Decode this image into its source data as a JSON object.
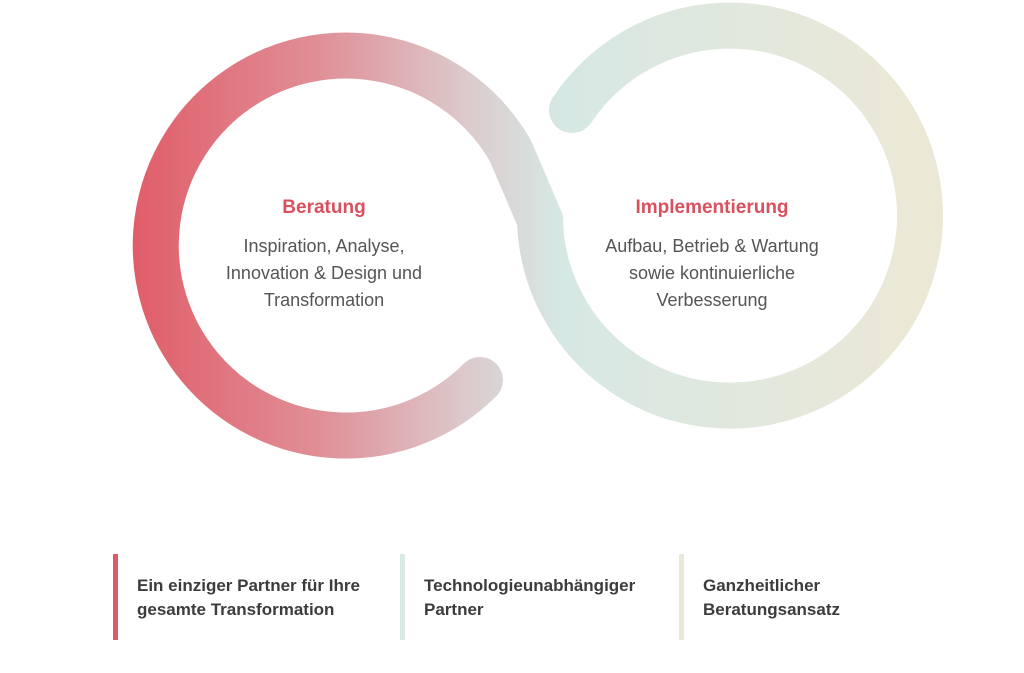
{
  "loops": {
    "left": {
      "title": "Beratung",
      "description": [
        "Inspiration, Analyse,",
        "Innovation & Design und",
        "Transformation"
      ]
    },
    "right": {
      "title": "Implementierung",
      "description": [
        "Aufbau, Betrieb & Wartung",
        "sowie kontinuierliche",
        "Verbesserung"
      ]
    }
  },
  "pillars": [
    {
      "lines": [
        "Ein einziger Partner für Ihre",
        "gesamte Transformation"
      ],
      "color": "#e05a66"
    },
    {
      "lines": [
        "Technologieunabhängiger",
        "Partner"
      ],
      "color": "#d8e9e6"
    },
    {
      "lines": [
        "Ganzheitlicher",
        "Beratungsansatz"
      ],
      "color": "#ebe8da"
    }
  ],
  "colors": {
    "accent": "#d9505e",
    "gradient_start": "#e05a66",
    "gradient_mid": "#d6e8e4",
    "gradient_end": "#ece8d6"
  }
}
